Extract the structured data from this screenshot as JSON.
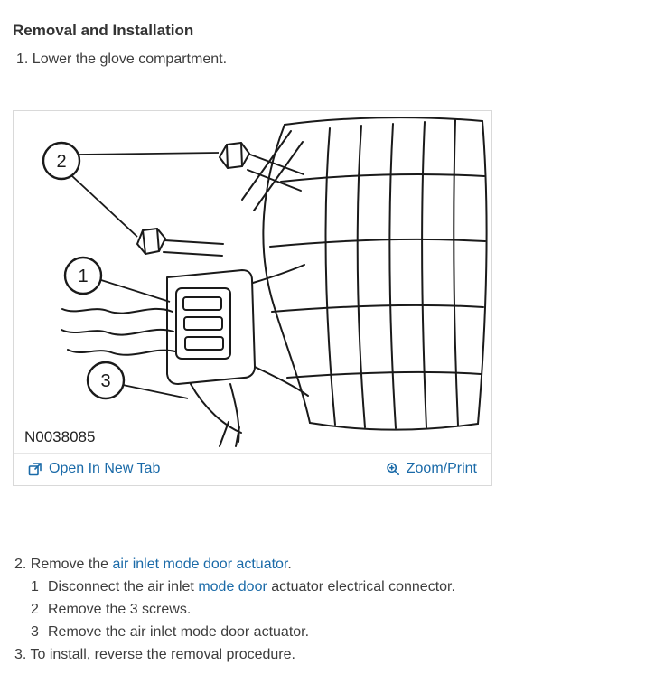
{
  "page": {
    "title": "Removal and Installation",
    "step1": "1. Lower the glove compartment."
  },
  "figure": {
    "part_number": "N0038085",
    "callouts": [
      {
        "label": "2"
      },
      {
        "label": "1"
      },
      {
        "label": "3"
      }
    ],
    "toolbar": {
      "open_in_new_tab": "Open In New Tab",
      "zoom_print": "Zoom/Print"
    }
  },
  "steps": {
    "step2_prefix": "2. Remove the ",
    "step2_link": "air inlet mode door actuator",
    "step2_suffix": ".",
    "sub1_num": "1",
    "sub1_pre": "Disconnect the air inlet ",
    "sub1_link": "mode door",
    "sub1_post": " actuator electrical connector.",
    "sub2_num": "2",
    "sub2_text": "Remove the 3 screws.",
    "sub3_num": "3",
    "sub3_text": "Remove the air inlet mode door actuator.",
    "step3": "3. To install, reverse the removal procedure."
  },
  "colors": {
    "link": "#1a6aa8",
    "heading": "#333333",
    "body_text": "#3d3d3d",
    "figure_border": "#d9d9d9"
  }
}
